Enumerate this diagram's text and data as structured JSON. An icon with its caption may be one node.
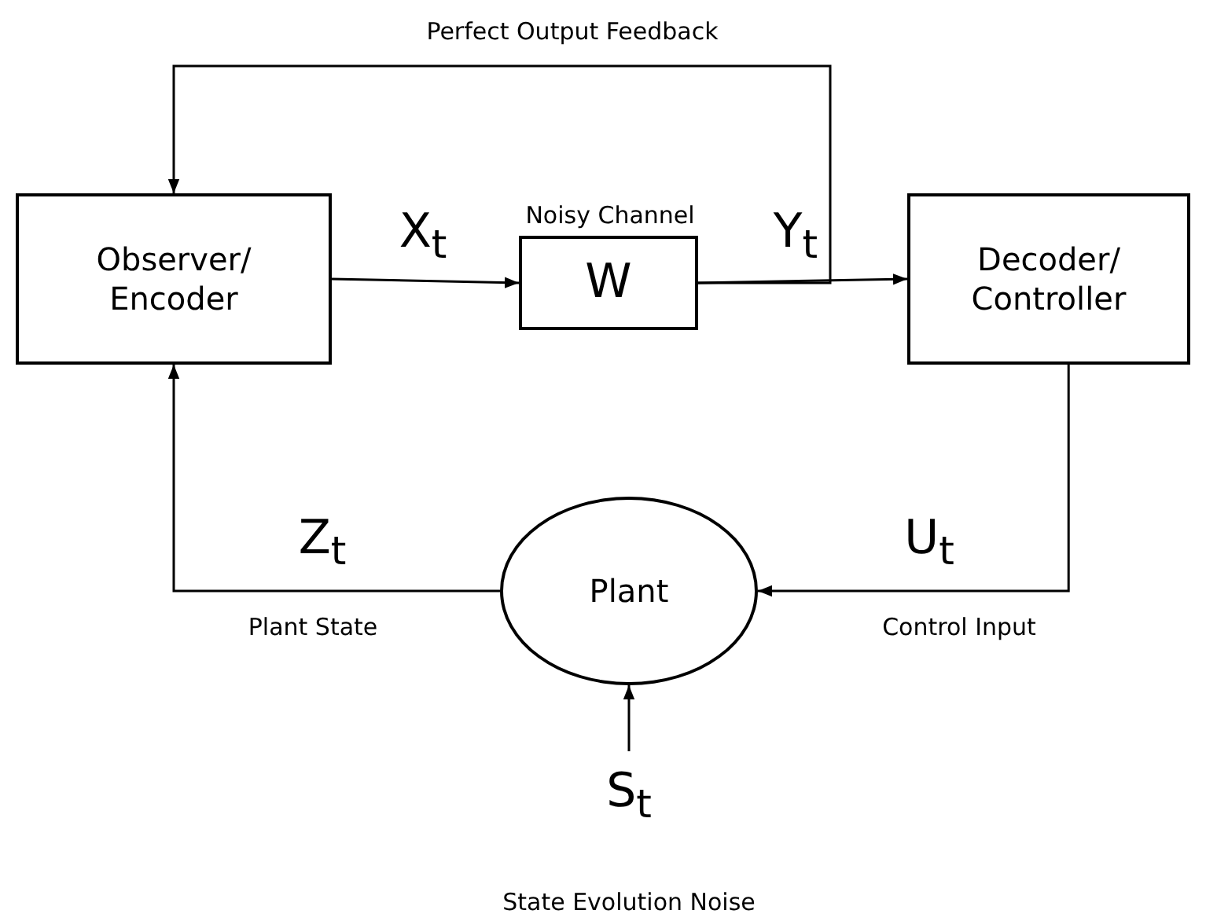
{
  "diagram": {
    "nodes": [
      {
        "text": [
          "Observer/ Encoder"
        ]
      },
      {
        "text": [
          "W"
        ],
        "beside": [
          "Noisy Channel"
        ]
      },
      {
        "text": [
          "Decoder/ Controller"
        ]
      },
      {
        "text": [
          "Plant"
        ]
      },
      {
        "text": [
          "S$_{t}$"
        ],
        "beside": [
          "State Evolution Noise"
        ]
      }
    ],
    "edges": [
      {
        "from": 0,
        "to": 1,
        "arrow": "to",
        "label": "X$_{t}$"
      },
      {
        "from": 1,
        "to": 2,
        "arrow": "to",
        "label": "Y$_{t}$"
      },
      {
        "from": 1,
        "to": 0,
        "arrow": "to",
        "label": "Perfect Output Feedback"
      },
      {
        "from": 2,
        "to": 3,
        "arrow": "to",
        "label": "U$_{t}$"
      },
      {
        "from": 3,
        "to": 0,
        "arrow": "to",
        "label": "Z$_{t}$"
      },
      {
        "from": 4,
        "to": 3,
        "arrow": "to"
      }
    ],
    "labels": [
      "Plant State",
      "Control Input"
    ]
  }
}
